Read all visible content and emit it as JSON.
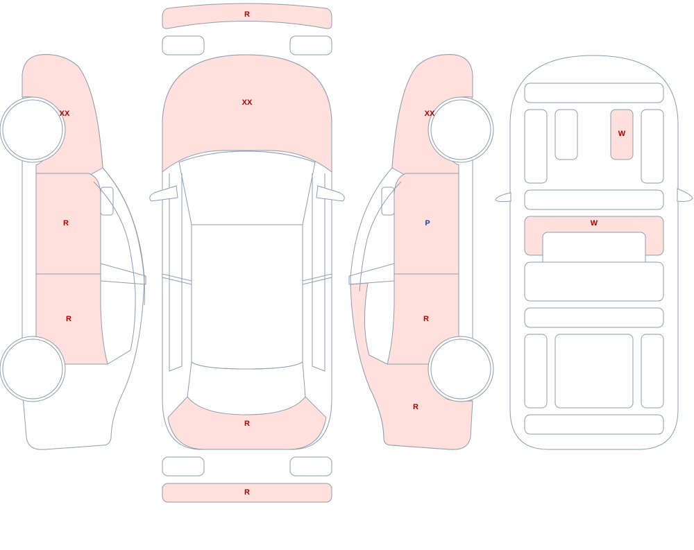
{
  "colors": {
    "damage_fill": "#ffe0dd",
    "outline": "#8e9bb0",
    "label_red": "#b00000",
    "label_blue": "#1a3fb0"
  },
  "labels": {
    "top_view": {
      "rear_bumper": "R",
      "hood": "XX",
      "trunk": "R",
      "front_bumper": "R"
    },
    "left_side": {
      "front_fender": "XX",
      "front_door": "R",
      "rear_door": "R"
    },
    "right_side": {
      "front_fender": "XX",
      "front_door": "P",
      "rear_door": "R",
      "rear_quarter": "R"
    },
    "interior": {
      "rear_seat_right": "W",
      "center_panel": "W"
    }
  }
}
